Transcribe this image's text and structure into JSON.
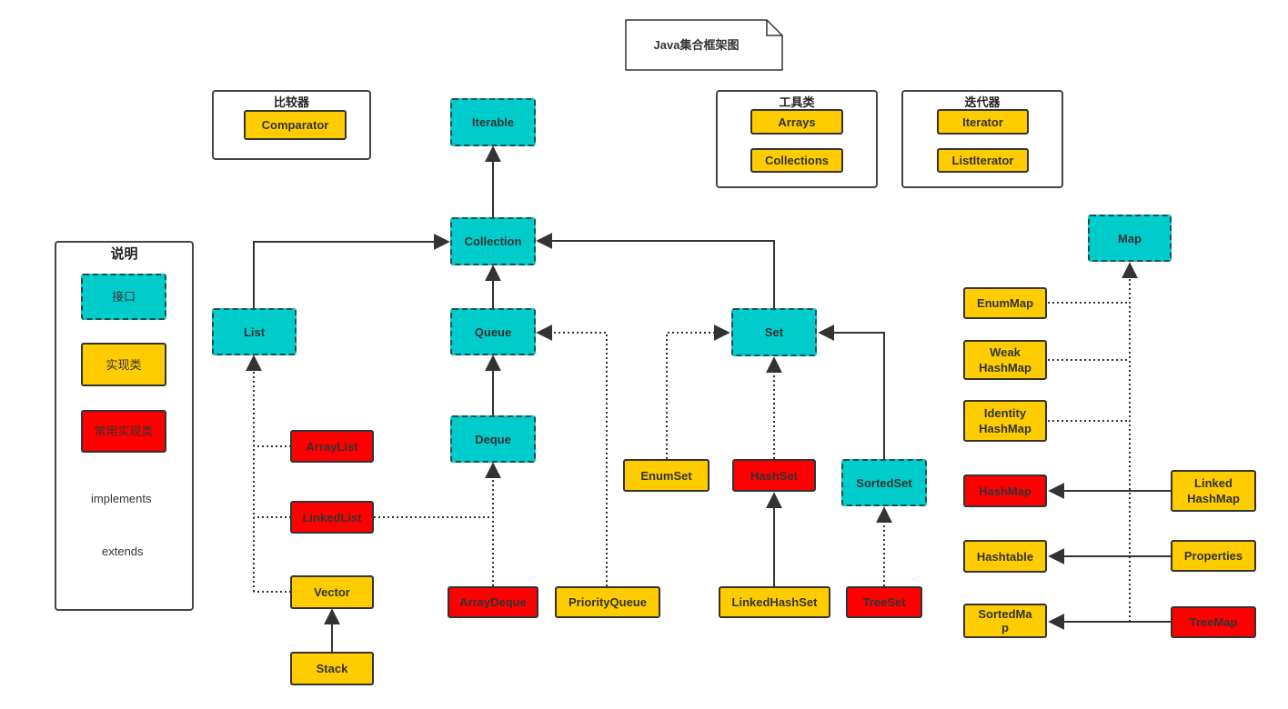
{
  "title": "Java集合框架图",
  "comparator_group": {
    "title": "比较器",
    "items": [
      "Comparator"
    ]
  },
  "tools_group": {
    "title": "工具类",
    "items": [
      "Arrays",
      "Collections"
    ]
  },
  "iterator_group": {
    "title": "迭代器",
    "items": [
      "Iterator",
      "ListIterator"
    ]
  },
  "legend": {
    "title": "说明",
    "interface": "接口",
    "impl": "实现类",
    "common_impl": "常用实现类",
    "implements": "implements",
    "extends": "extends"
  },
  "nodes": {
    "iterable": "Iterable",
    "collection": "Collection",
    "list": "List",
    "queue": "Queue",
    "set": "Set",
    "deque": "Deque",
    "arraylist": "ArrayList",
    "linkedlist": "LinkedList",
    "vector": "Vector",
    "stack": "Stack",
    "arraydeque": "ArrayDeque",
    "priorityqueue": "PriorityQueue",
    "enumset": "EnumSet",
    "hashset": "HashSet",
    "sortedset": "SortedSet",
    "linkedhashset": "LinkedHashSet",
    "treeset": "TreeSet",
    "map": "Map",
    "enummap": "EnumMap",
    "weakhashmap": "Weak\nHashMap",
    "identityhashmap": "Identity\nHashMap",
    "hashmap": "HashMap",
    "linkedhashmap": "Linked\nHashMap",
    "hashtable": "Hashtable",
    "properties": "Properties",
    "sortedmap": "SortedMa\np",
    "treemap": "TreeMap"
  },
  "colors": {
    "interface": "#00cccc",
    "impl": "#ffcc00",
    "common_impl": "#ff0000",
    "line": "#333333"
  }
}
